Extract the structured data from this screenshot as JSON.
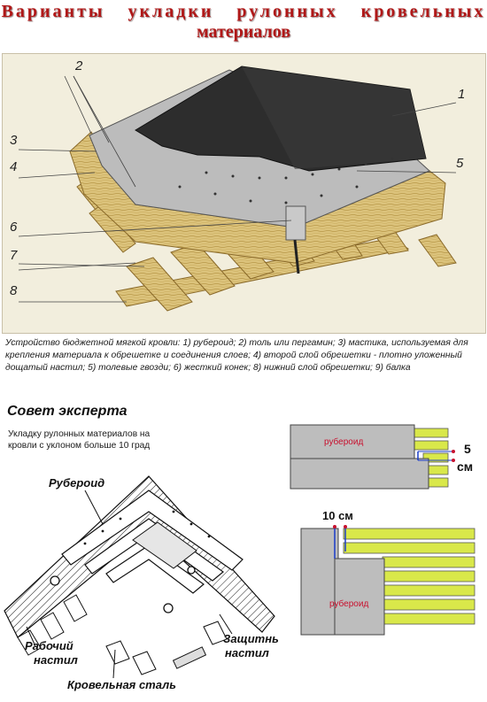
{
  "title": {
    "line1": "Варианты укладки рулонных кровельных",
    "line2": "материалов"
  },
  "figure_labels": [
    "1",
    "2",
    "3",
    "4",
    "5",
    "6",
    "7",
    "8"
  ],
  "caption": "Устройство бюджетной мягкой кровли: 1) рубероид; 2) толь или пергамин; 3) мастика, используемая для крепления материала к обрешетке и соединения слоев; 4) второй слой обрешетки - плотно уложенный дощатый настил; 5) толевые гвозди; 6) жесткий конек; 8) нижний слой обрешетки; 9) балка",
  "expert": {
    "heading": "Совет эксперта",
    "text": "Укладку рулонных материалов на кровли с уклоном больше 10 град"
  },
  "bottom_diagram": {
    "label_ruberoid": "Рубероид",
    "label_working_line1": "Рабочий",
    "label_working_line2": "настил",
    "label_protective_line1": "Защитный",
    "label_protective_line2": "настил",
    "label_roof_steel": "Кровельная сталь"
  },
  "right_diagram_top": {
    "label_ruberoid": "рубероид",
    "dim_value": "5",
    "dim_unit": "см"
  },
  "right_diagram_bottom": {
    "label_ruberoid": "рубероид",
    "dim_label": "10 см"
  },
  "colors": {
    "title": "#b01818",
    "wood": "#dcc37c",
    "ruberoid": "#2d2d2d",
    "felt": "#bcbcbc",
    "strip": "#d9e84a"
  }
}
